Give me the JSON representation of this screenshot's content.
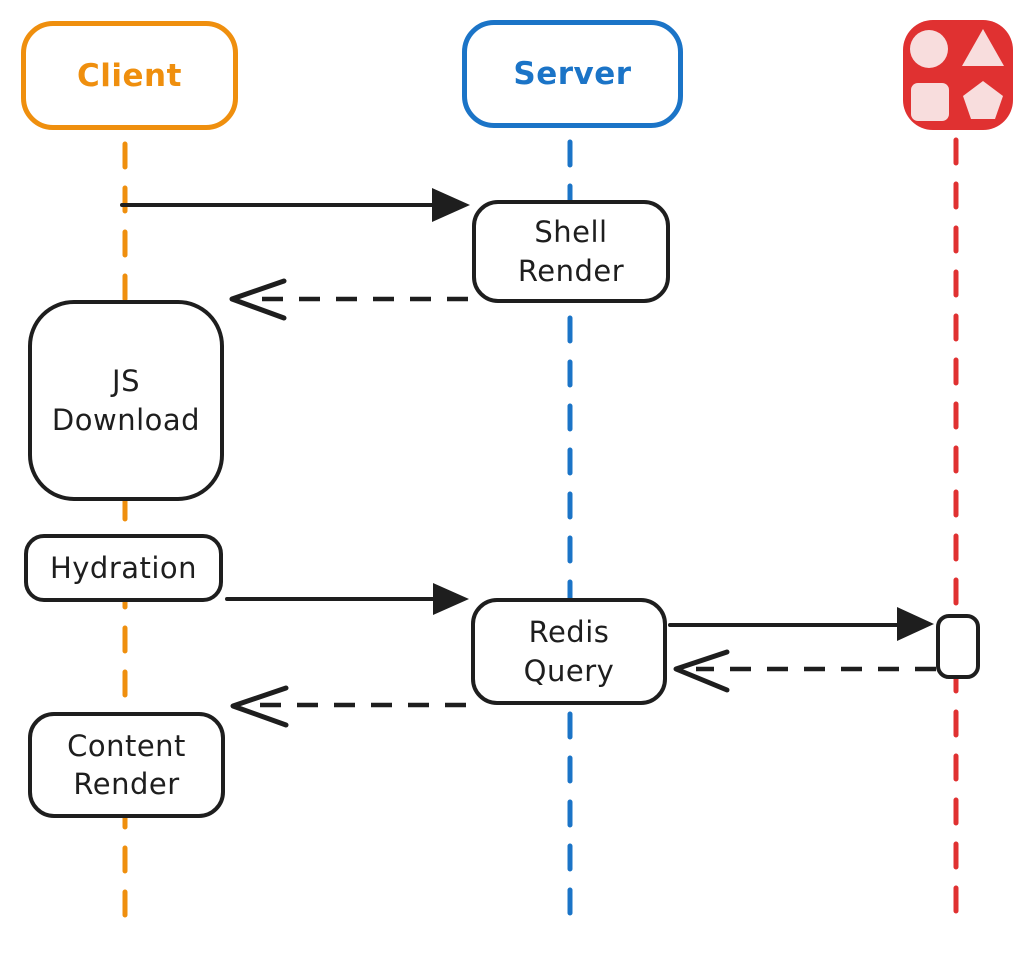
{
  "actors": [
    {
      "id": "client",
      "label": "Client",
      "color": "#ef8f0e"
    },
    {
      "id": "server",
      "label": "Server",
      "color": "#1b74c7"
    },
    {
      "id": "redis",
      "icon": "shapes-icon",
      "color": "#e03131"
    }
  ],
  "nodes": [
    {
      "id": "shell-render",
      "label": "Shell\nRender",
      "lane": "server"
    },
    {
      "id": "js-download",
      "label": "JS\nDownload",
      "lane": "client"
    },
    {
      "id": "hydration",
      "label": "Hydration",
      "lane": "client"
    },
    {
      "id": "redis-query",
      "label": "Redis\nQuery",
      "lane": "server"
    },
    {
      "id": "content-render",
      "label": "Content\nRender",
      "lane": "client"
    }
  ],
  "edges": [
    {
      "from": "client",
      "to": "shell-render",
      "style": "solid"
    },
    {
      "from": "shell-render",
      "to": "js-download",
      "style": "dashed"
    },
    {
      "from": "hydration",
      "to": "redis-query",
      "style": "solid"
    },
    {
      "from": "redis-query",
      "to": "redis",
      "style": "solid"
    },
    {
      "from": "redis",
      "to": "redis-query",
      "style": "dashed"
    },
    {
      "from": "redis-query",
      "to": "content-render",
      "style": "dashed"
    }
  ],
  "icon": {
    "name": "shapes-icon",
    "shapes": [
      "circle",
      "triangle",
      "square",
      "pentagon"
    ],
    "shape_fill": "#f8dddd"
  },
  "colors": {
    "ink": "#1e1e1e",
    "client": "#ef8f0e",
    "server": "#1b74c7",
    "redis": "#e03131",
    "icon_shape_fill": "#f8dddd",
    "background": "#ffffff"
  }
}
